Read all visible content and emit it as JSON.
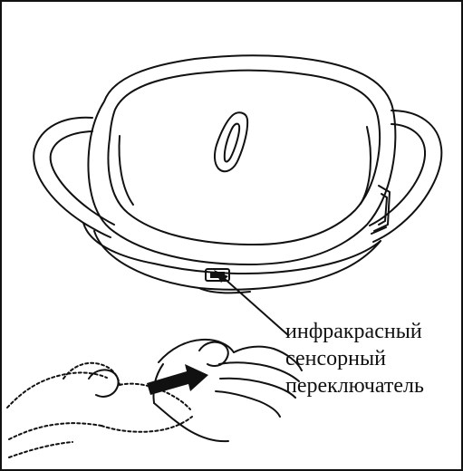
{
  "callout": {
    "line1": "инфракрасный",
    "line2": "сенсорный",
    "line3": "переключатель"
  },
  "colors": {
    "line": "#111111",
    "fill": "#ffffff",
    "arrow": "#111111"
  },
  "icons": {
    "device": "appliance-with-lid-icon",
    "hand": "waving-hand-icon",
    "sensor": "infrared-sensor-icon"
  }
}
